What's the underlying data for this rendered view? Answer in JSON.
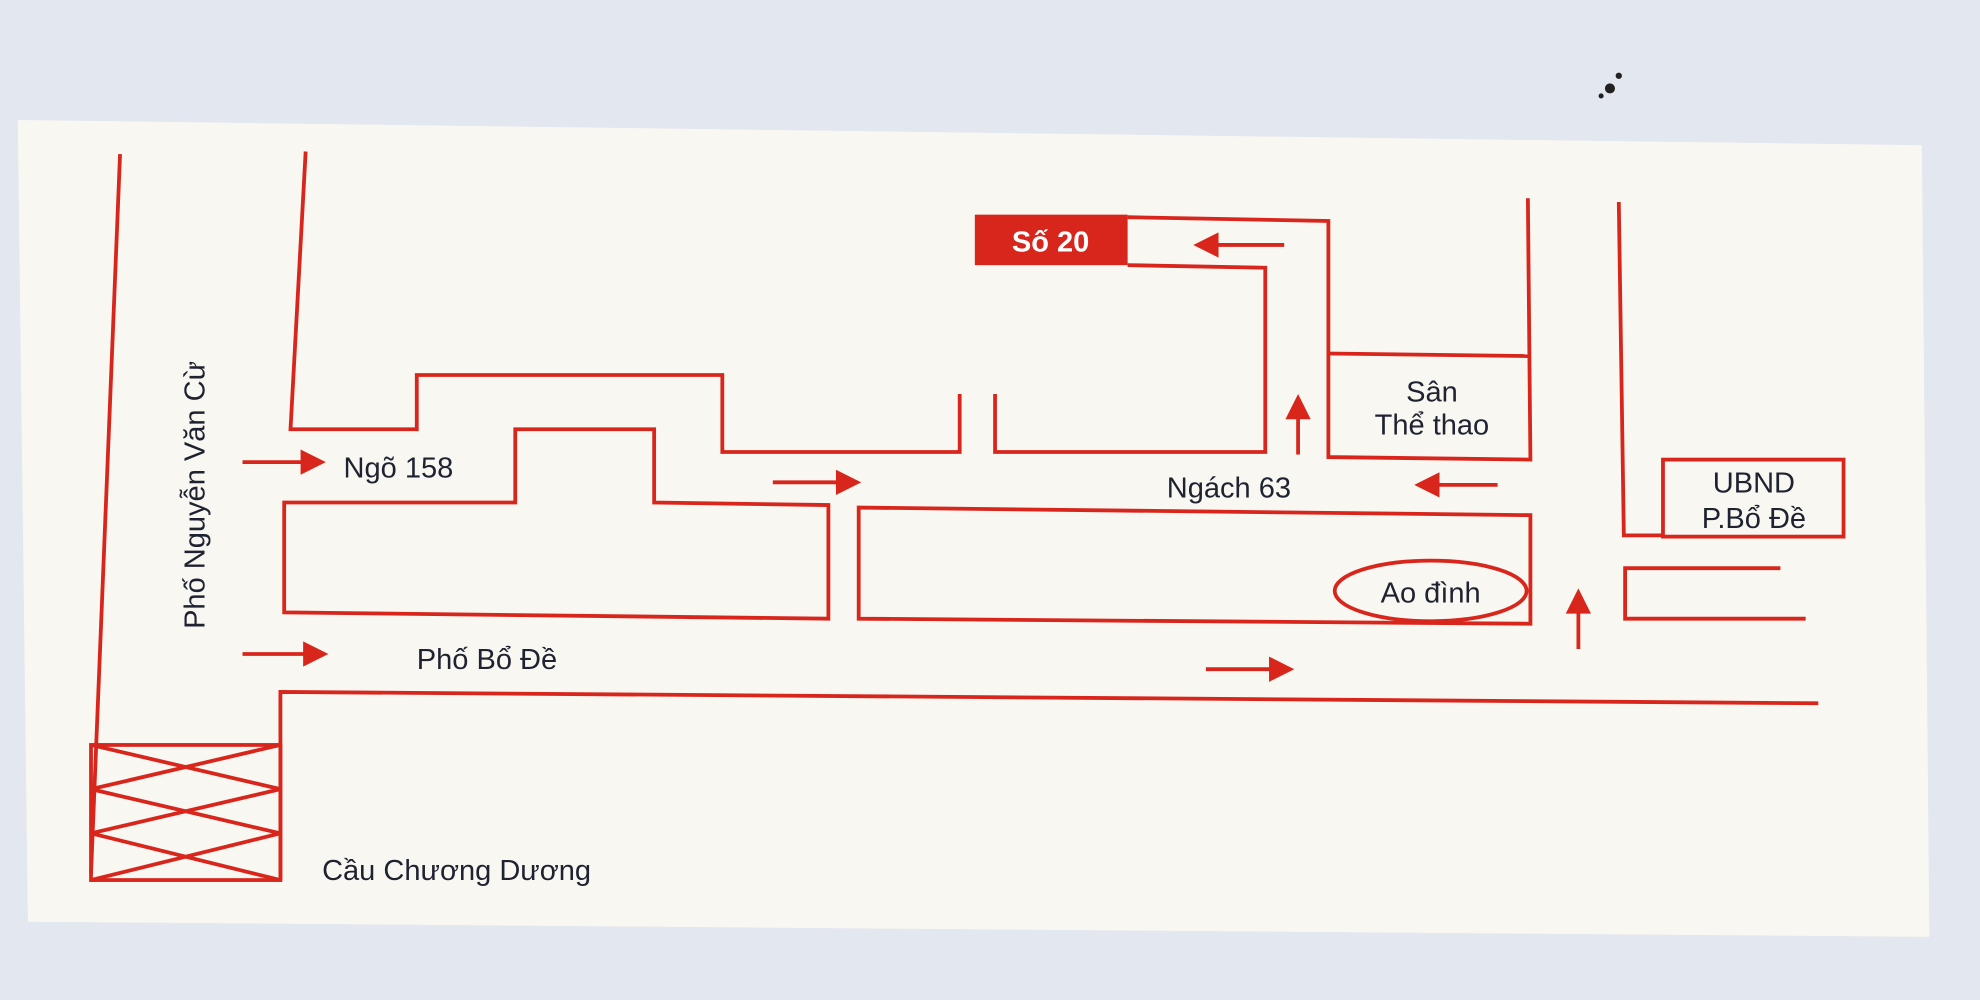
{
  "map": {
    "destination": "Số 20",
    "streets": {
      "main_vertical": "Phố Nguyễn Văn Cừ",
      "lane": "Ngõ 158",
      "alley": "Ngách 63",
      "main_horizontal": "Phố Bổ Đề"
    },
    "landmarks": {
      "stadium_line1": "Sân",
      "stadium_line2": "Thể thao",
      "office_line1": "UBND",
      "office_line2": "P.Bổ Đề",
      "pond": "Ao đình",
      "bridge": "Cầu Chương Dương"
    },
    "colors": {
      "route": "#d8261c",
      "card": "#f8f7f2",
      "text": "#1f2230"
    }
  }
}
